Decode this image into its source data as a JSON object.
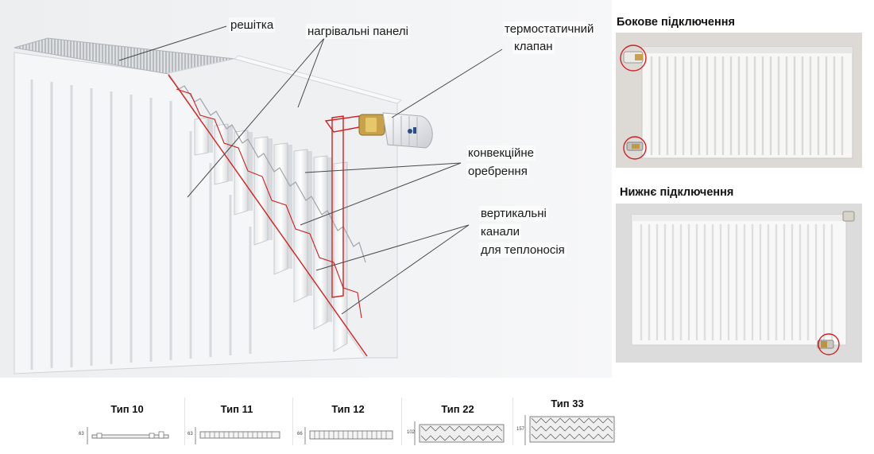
{
  "main_labels": {
    "grille": "решітка",
    "heating_panels": "нагрівальні панелі",
    "thermo_valve_1": "термостатичний",
    "thermo_valve_2": "клапан",
    "convection_fins_1": "конвекційне",
    "convection_fins_2": "оребрення",
    "vertical_channels_1": "вертикальні",
    "vertical_channels_2": "канали",
    "vertical_channels_3": "для теплоносія"
  },
  "side_connection": {
    "title": "Бокове підключення"
  },
  "bottom_connection": {
    "title": "Нижнє підключення"
  },
  "types": [
    {
      "label": "Тип 10",
      "height_dim": "63"
    },
    {
      "label": "Тип 11",
      "height_dim": "63"
    },
    {
      "label": "Тип 12",
      "height_dim": "66"
    },
    {
      "label": "Тип 22",
      "height_dim": "102"
    },
    {
      "label": "Тип 33",
      "height_dim": "157"
    }
  ],
  "colors": {
    "highlight_red": "#d42020",
    "radiator_white": "#f4f5f6",
    "background_gray": "#e9ebec",
    "fin_shadow": "#c6c9cc"
  }
}
